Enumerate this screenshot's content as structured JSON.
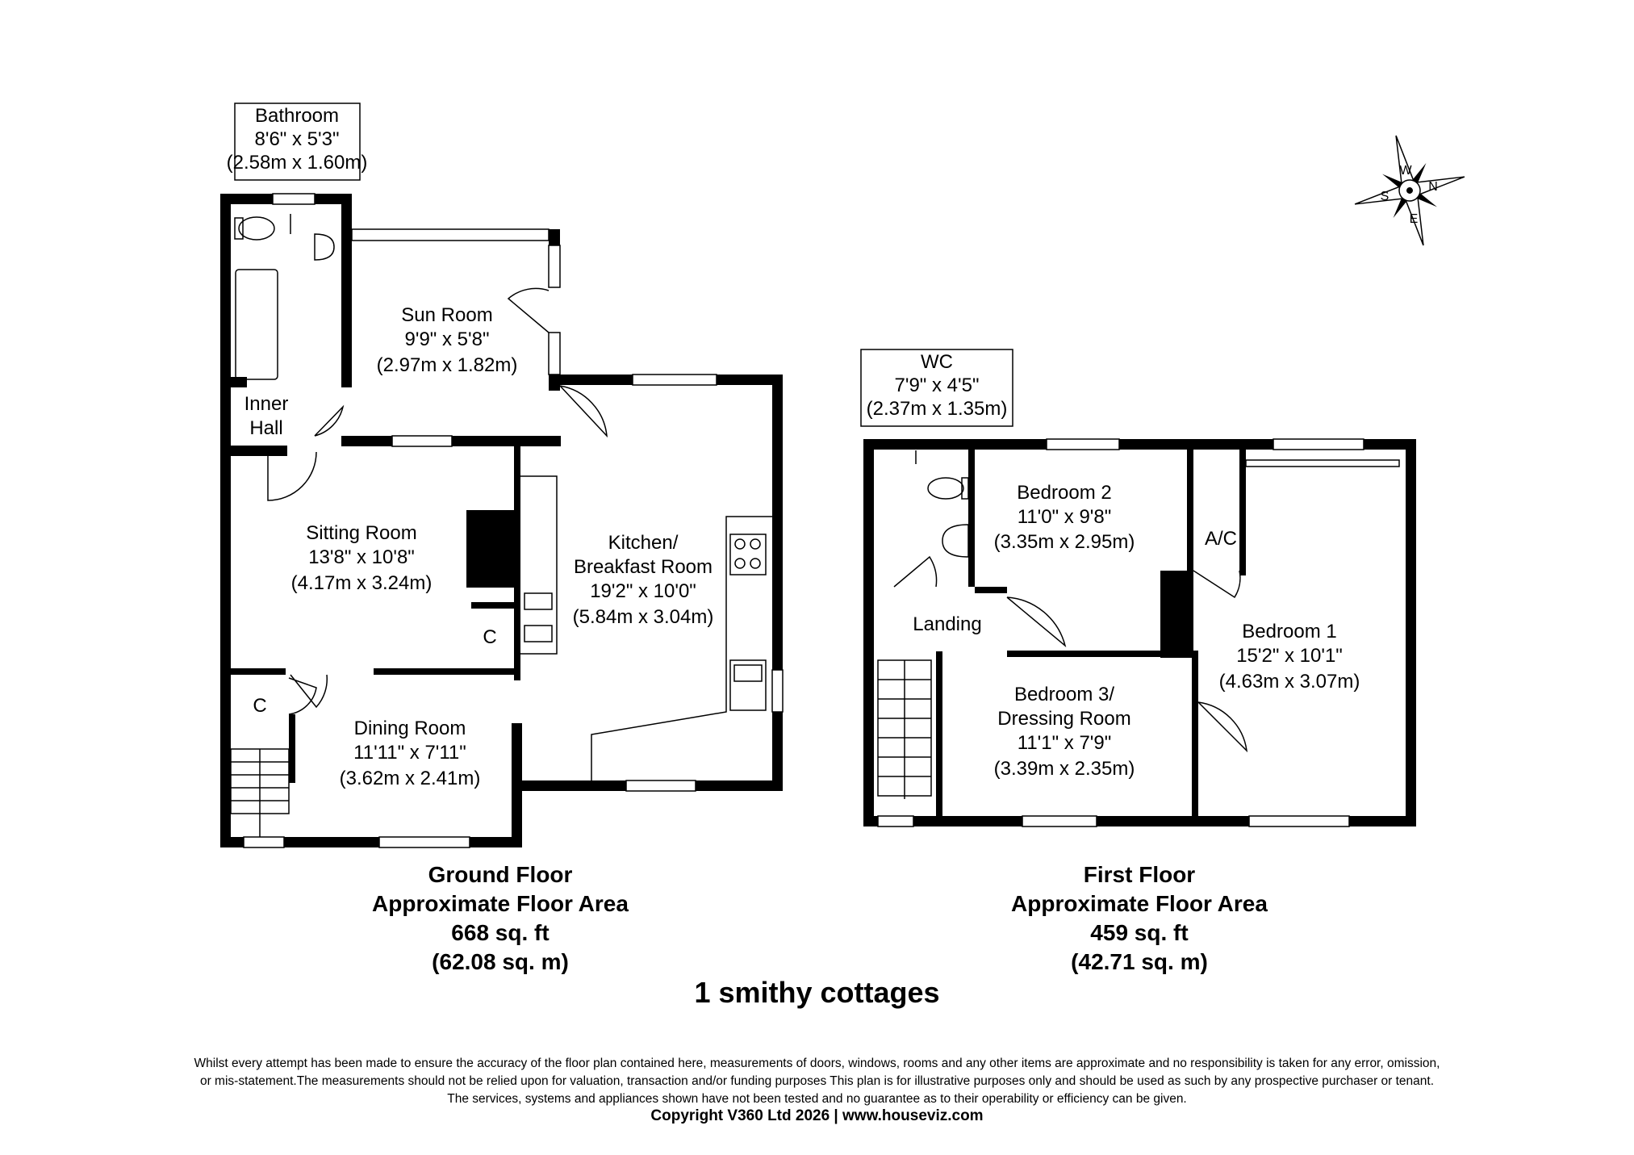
{
  "rooms": {
    "bathroom": {
      "name": "Bathroom",
      "imperial": "8'6\" x 5'3\"",
      "metric": "(2.58m x 1.60m)"
    },
    "sun_room": {
      "name": "Sun Room",
      "imperial": "9'9\" x 5'8\"",
      "metric": "(2.97m x 1.82m)"
    },
    "inner_hall": {
      "line1": "Inner",
      "line2": "Hall"
    },
    "sitting_room": {
      "name": "Sitting Room",
      "imperial": "13'8\" x 10'8\"",
      "metric": "(4.17m x 3.24m)"
    },
    "kitchen": {
      "line1": "Kitchen/",
      "line2": "Breakfast Room",
      "imperial": "19'2\" x 10'0\"",
      "metric": "(5.84m x 3.04m)"
    },
    "cupboard_sitting": {
      "name": "C"
    },
    "cupboard_dining": {
      "name": "C"
    },
    "dining_room": {
      "name": "Dining Room",
      "imperial": "11'11\" x 7'11\"",
      "metric": "(3.62m x 2.41m)"
    },
    "wc": {
      "name": "WC",
      "imperial": "7'9\" x 4'5\"",
      "metric": "(2.37m x 1.35m)"
    },
    "bedroom2": {
      "name": "Bedroom 2",
      "imperial": "11'0\" x 9'8\"",
      "metric": "(3.35m x 2.95m)"
    },
    "ac": {
      "name": "A/C"
    },
    "landing": {
      "name": "Landing"
    },
    "bedroom1": {
      "name": "Bedroom 1",
      "imperial": "15'2\" x 10'1\"",
      "metric": "(4.63m x 3.07m)"
    },
    "bedroom3": {
      "line1": "Bedroom 3/",
      "line2": "Dressing Room",
      "imperial": "11'1\" x 7'9\"",
      "metric": "(3.39m x 2.35m)"
    }
  },
  "compass": {
    "n": "N",
    "s": "S",
    "e": "E",
    "w": "W"
  },
  "ground_floor": {
    "title": "Ground Floor",
    "subtitle": "Approximate Floor Area",
    "area_sqft": "668 sq. ft",
    "area_sqm": "(62.08 sq. m)"
  },
  "first_floor": {
    "title": "First Floor",
    "subtitle": "Approximate Floor Area",
    "area_sqft": "459 sq. ft",
    "area_sqm": "(42.71 sq. m)"
  },
  "address": "1 smithy cottages",
  "disclaimer": {
    "line1": "Whilst every attempt has been made to ensure the accuracy of the floor plan contained here, measurements of doors, windows, rooms and any other items are approximate and no responsibility is taken for any error, omission,",
    "line2": "or mis-statement.The measurements should not be relied upon for valuation, transaction and/or funding purposes This plan is for illustrative purposes only and should be used as such by any prospective purchaser or tenant.",
    "line3": "The services, systems and appliances shown have not been tested and no guarantee as to their operability or efficiency can be given."
  },
  "copyright": "Copyright V360 Ltd 2026 | www.houseviz.com"
}
